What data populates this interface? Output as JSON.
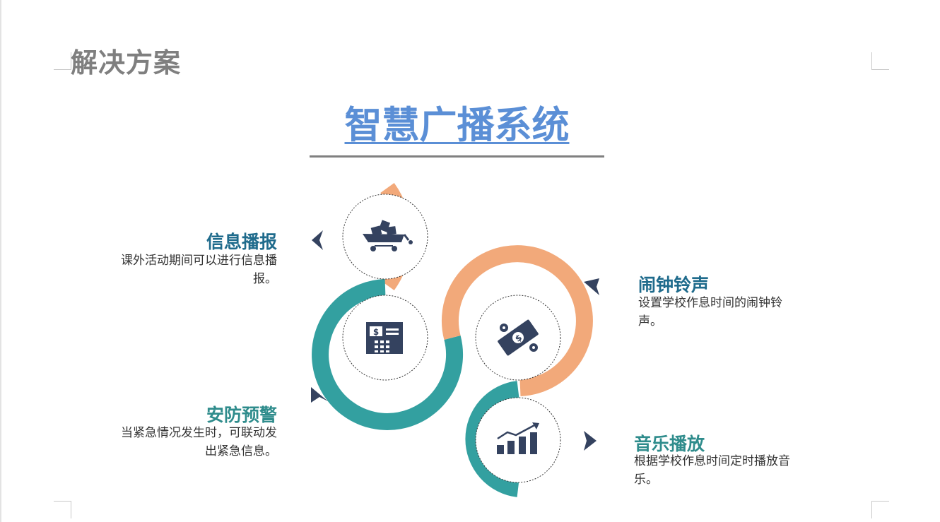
{
  "page": {
    "heading": "解决方案",
    "title": "智慧广播系统"
  },
  "colors": {
    "orange": "#f2a97a",
    "teal": "#33a0a0",
    "navy": "#34425f",
    "title_blue": "#5b8fd6",
    "heading_gray": "#7f7f7f"
  },
  "features": [
    {
      "title": "信息播报",
      "desc": "课外活动期间可以进行信息播报。",
      "icon": "cart-icon"
    },
    {
      "title": "闹钟铃声",
      "desc": "设置学校作息时间的闹钟铃声。",
      "icon": "money-bill-icon"
    },
    {
      "title": "安防预警",
      "desc": "当紧急情况发生时，可联动发出紧急信息。",
      "icon": "atm-icon"
    },
    {
      "title": "音乐播放",
      "desc": "根据学校作息时间定时播放音乐。",
      "icon": "growth-chart-icon"
    }
  ]
}
